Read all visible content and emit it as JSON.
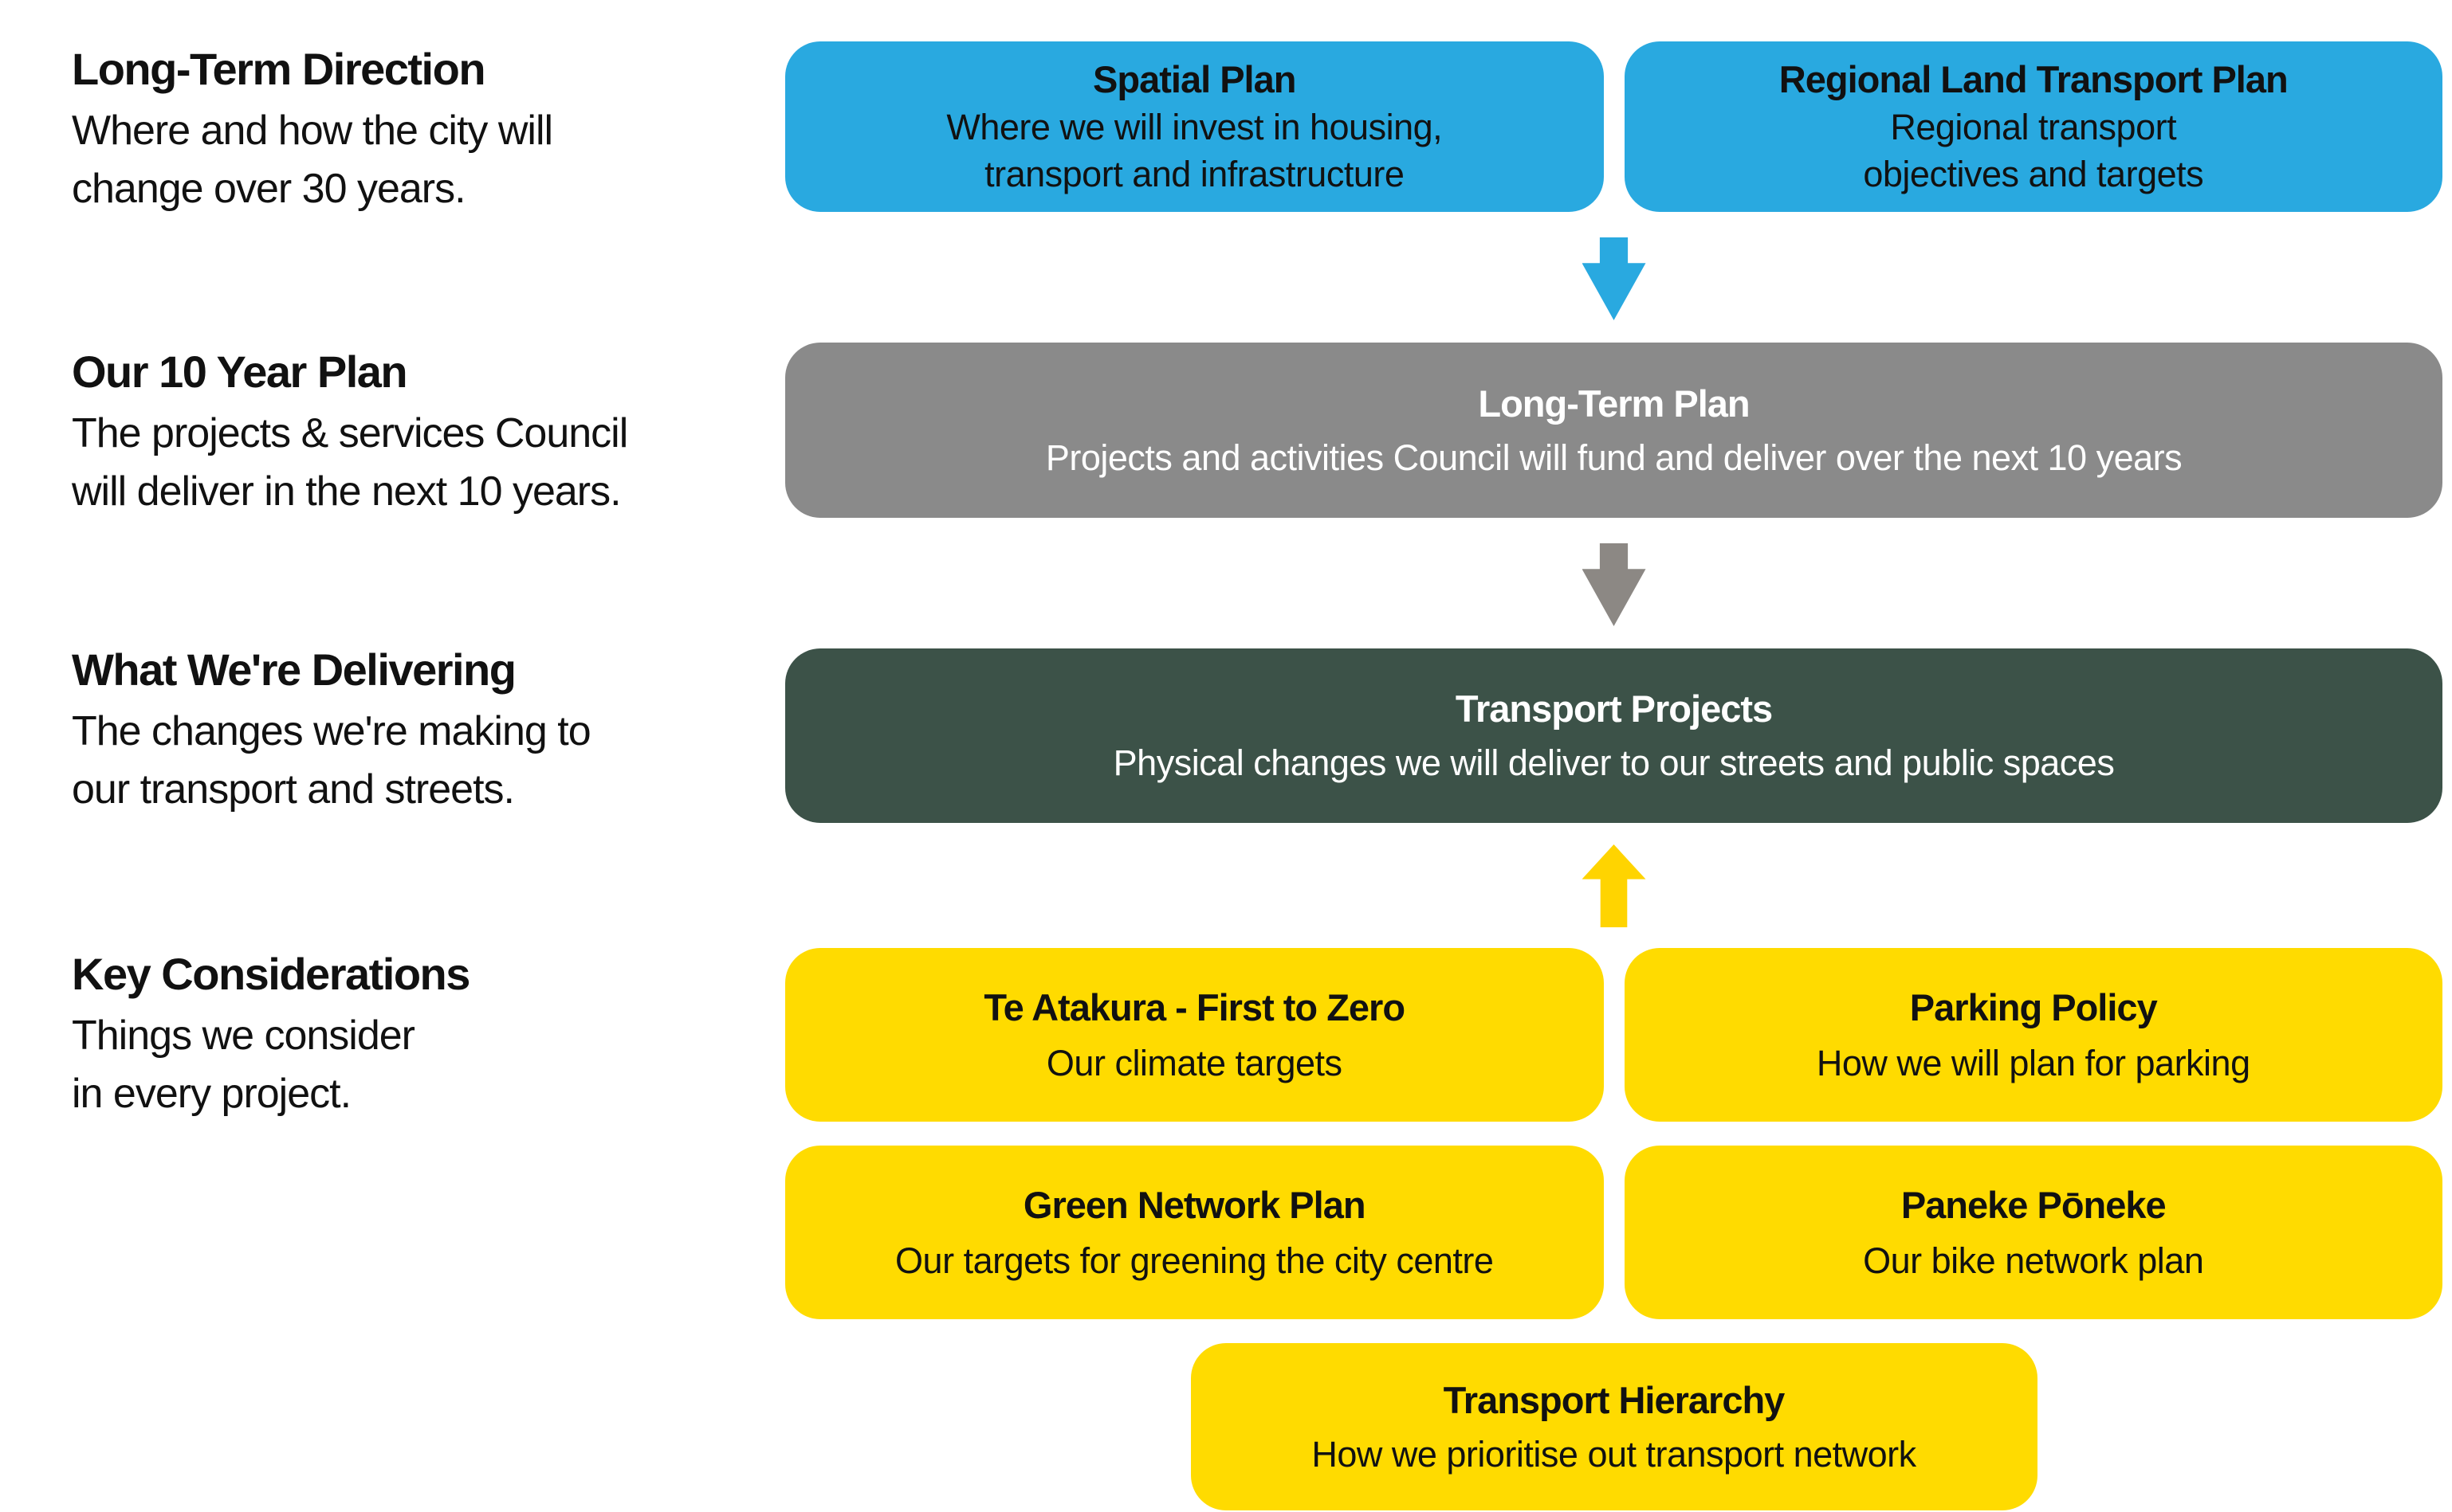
{
  "colors": {
    "blue": "#29A9E0",
    "gray": "#8A8A8A",
    "gray_arrow": "#8C8884",
    "dark": "#3C5248",
    "yellow": "#FFDB00",
    "yellow_arrow": "#FFD400",
    "text_dark": "#111111",
    "text_light": "#FFFFFF",
    "bg": "#FFFFFF"
  },
  "left_labels": [
    {
      "title": "Long-Term Direction",
      "body": "Where and how the city will\nchange over 30 years."
    },
    {
      "title": "Our 10 Year Plan",
      "body": "The projects & services Council\nwill deliver in the next 10 years."
    },
    {
      "title": "What We're Delivering",
      "body": "The changes we're making to\nour transport and streets."
    },
    {
      "title": "Key Considerations",
      "body": "Things we consider\nin every project."
    }
  ],
  "flow": {
    "top_row": [
      {
        "title": "Spatial Plan",
        "body": "Where we will invest in housing,\ntransport and infrastructure"
      },
      {
        "title": "Regional Land Transport Plan",
        "body": "Regional transport\nobjectives and targets"
      }
    ],
    "long_term_plan": {
      "title": "Long-Term Plan",
      "body": "Projects and activities Council will fund and deliver over the next 10 years"
    },
    "transport_projects": {
      "title": "Transport Projects",
      "body": "Physical changes we will deliver to our streets and public spaces"
    },
    "considerations": [
      {
        "title": "Te Atakura - First to Zero",
        "body": "Our climate targets"
      },
      {
        "title": "Parking Policy",
        "body": "How we will plan for parking"
      },
      {
        "title": "Green Network Plan",
        "body": "Our targets for greening the city centre"
      },
      {
        "title": "Paneke Pōneke",
        "body": "Our bike network plan"
      }
    ],
    "transport_hierarchy": {
      "title": "Transport Hierarchy",
      "body": "How we prioritise out transport network"
    }
  },
  "arrows": [
    {
      "name": "blue-down-arrow",
      "direction": "down",
      "color": "#29A9E0"
    },
    {
      "name": "gray-down-arrow",
      "direction": "down",
      "color": "#8C8884"
    },
    {
      "name": "yellow-up-arrow",
      "direction": "up",
      "color": "#FFD400"
    }
  ]
}
